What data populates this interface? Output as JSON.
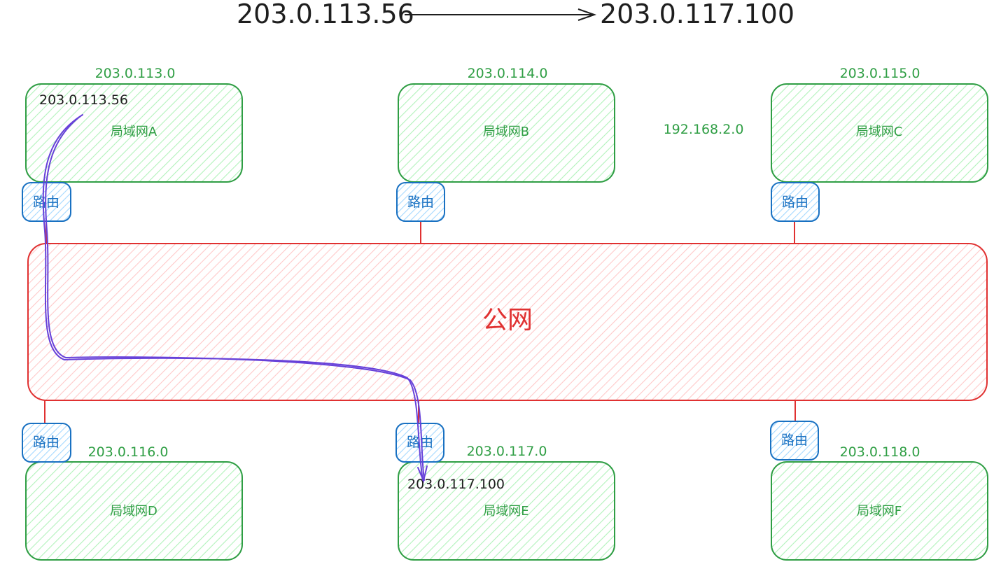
{
  "title": {
    "source": "203.0.113.56",
    "destination": "203.0.117.100"
  },
  "public_network": {
    "label": "公网"
  },
  "router_label": "路由",
  "extra_network": "192.168.2.0",
  "lans": [
    {
      "name": "局域网A",
      "network": "203.0.113.0",
      "host": "203.0.113.56"
    },
    {
      "name": "局域网B",
      "network": "203.0.114.0"
    },
    {
      "name": "局域网C",
      "network": "203.0.115.0"
    },
    {
      "name": "局域网D",
      "network": "203.0.116.0"
    },
    {
      "name": "局域网E",
      "network": "203.0.117.0",
      "host": "203.0.117.100"
    },
    {
      "name": "局域网F",
      "network": "203.0.118.0"
    }
  ],
  "colors": {
    "lan_stroke": "#2f9e44",
    "lan_fill": "#b2f2bb",
    "router_stroke": "#1971c2",
    "router_fill": "#a5d8ff",
    "public_stroke": "#e03131",
    "public_fill": "#ffc9c9",
    "path": "#6741d9",
    "text": "#1e1e1e"
  }
}
